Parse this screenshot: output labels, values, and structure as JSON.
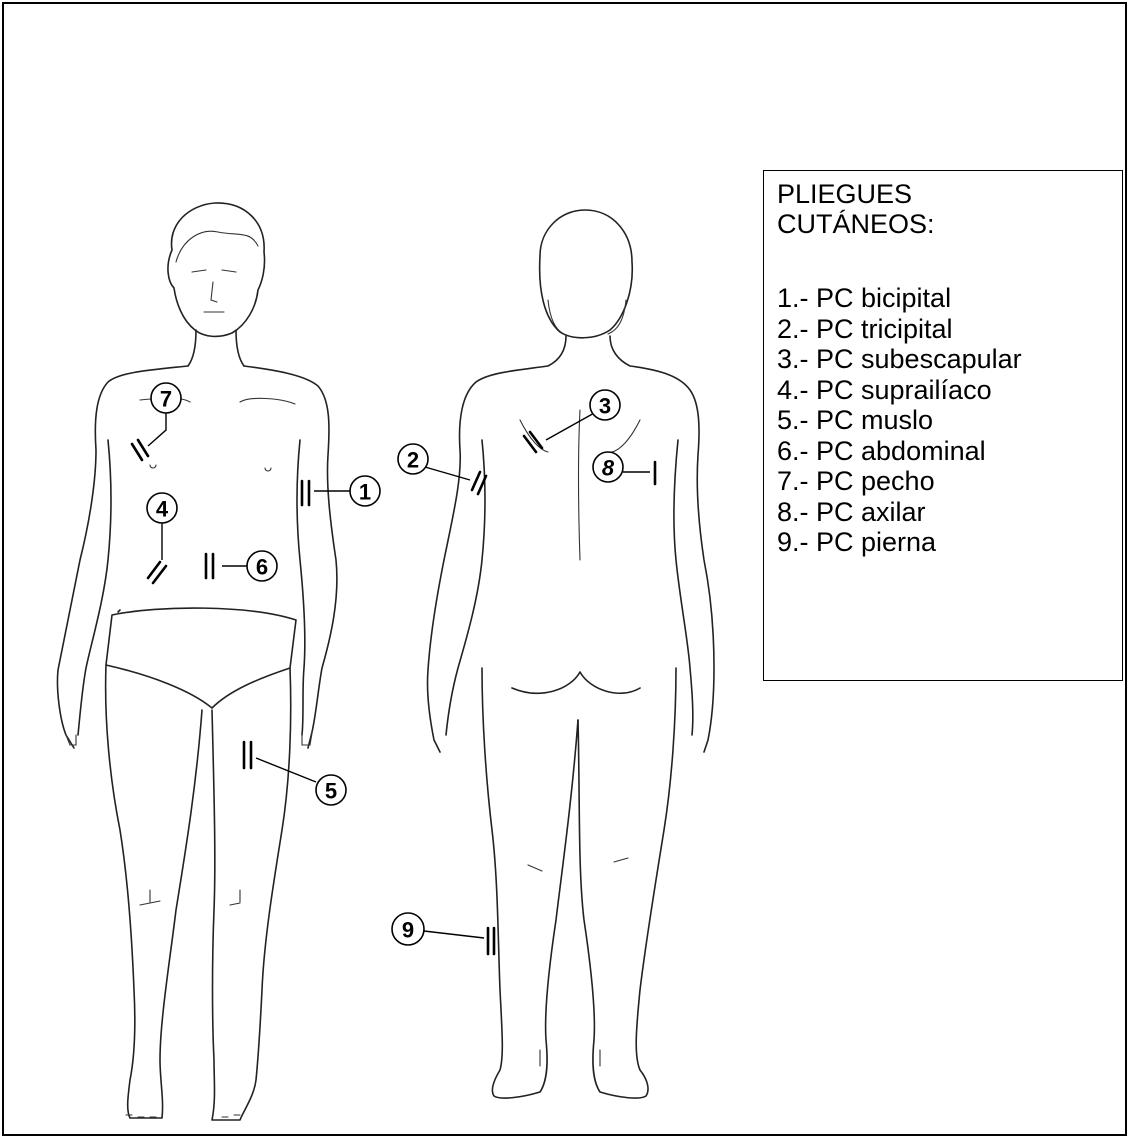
{
  "legend": {
    "title_line1": "PLIEGUES",
    "title_line2": "CUTÁNEOS:",
    "items": [
      "1.- PC bicipital",
      "2.- PC tricipital",
      "3.- PC subescapular",
      "4.- PC suprailíaco",
      "5.- PC muslo",
      "6.- PC abdominal",
      "7.- PC pecho",
      "8.- PC axilar",
      "9.- PC pierna"
    ]
  },
  "markers": {
    "m1": "1",
    "m2": "2",
    "m3": "3",
    "m4": "4",
    "m5": "5",
    "m6": "6",
    "m7": "7",
    "m8": "8",
    "m9": "9"
  }
}
